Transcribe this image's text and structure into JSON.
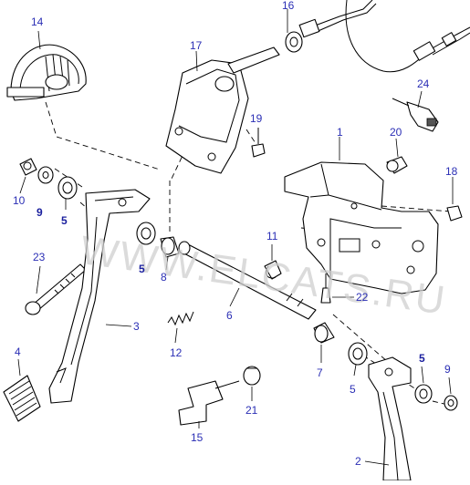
{
  "watermark": "WWW.ELCATS.RU",
  "callouts": [
    {
      "id": "c1",
      "text": "1",
      "bold": false
    },
    {
      "id": "c2",
      "text": "2",
      "bold": false
    },
    {
      "id": "c3",
      "text": "3",
      "bold": false
    },
    {
      "id": "c4",
      "text": "4",
      "bold": false
    },
    {
      "id": "c5a",
      "text": "5",
      "bold": true
    },
    {
      "id": "c5b",
      "text": "5",
      "bold": true
    },
    {
      "id": "c5c",
      "text": "5",
      "bold": false
    },
    {
      "id": "c5d",
      "text": "5",
      "bold": true
    },
    {
      "id": "c6",
      "text": "6",
      "bold": false
    },
    {
      "id": "c7",
      "text": "7",
      "bold": false
    },
    {
      "id": "c8",
      "text": "8",
      "bold": false
    },
    {
      "id": "c9a",
      "text": "9",
      "bold": true
    },
    {
      "id": "c9b",
      "text": "9",
      "bold": false
    },
    {
      "id": "c10",
      "text": "10",
      "bold": false
    },
    {
      "id": "c11",
      "text": "11",
      "bold": false
    },
    {
      "id": "c12",
      "text": "12",
      "bold": false
    },
    {
      "id": "c14",
      "text": "14",
      "bold": false
    },
    {
      "id": "c15",
      "text": "15",
      "bold": false
    },
    {
      "id": "c16",
      "text": "16",
      "bold": false
    },
    {
      "id": "c17",
      "text": "17",
      "bold": false
    },
    {
      "id": "c18",
      "text": "18",
      "bold": false
    },
    {
      "id": "c19",
      "text": "19",
      "bold": false
    },
    {
      "id": "c20",
      "text": "20",
      "bold": false
    },
    {
      "id": "c21",
      "text": "21",
      "bold": false
    },
    {
      "id": "c22",
      "text": "22",
      "bold": false
    },
    {
      "id": "c23",
      "text": "23",
      "bold": false
    },
    {
      "id": "c24",
      "text": "24",
      "bold": false
    }
  ]
}
